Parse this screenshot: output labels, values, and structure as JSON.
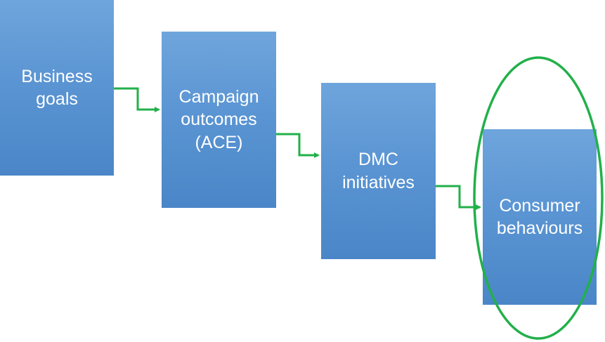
{
  "diagram": {
    "boxes": [
      {
        "id": "business-goals",
        "label": "Business\ngoals"
      },
      {
        "id": "campaign-outcomes",
        "label": "Campaign\noutcomes\n(ACE)"
      },
      {
        "id": "dmc-initiatives",
        "label": "DMC\ninitiatives"
      },
      {
        "id": "consumer-behaviours",
        "label": "Consumer\nbehaviours"
      }
    ],
    "connectors": [
      {
        "from": "business-goals",
        "to": "campaign-outcomes"
      },
      {
        "from": "campaign-outcomes",
        "to": "dmc-initiatives"
      },
      {
        "from": "dmc-initiatives",
        "to": "consumer-behaviours"
      }
    ],
    "highlight": {
      "target": "consumer-behaviours",
      "shape": "ellipse"
    },
    "colors": {
      "box_top": "#6fa5dc",
      "box_bottom": "#4a86c8",
      "box_text": "#ffffff",
      "connector": "#22b04a",
      "highlight": "#22b04a"
    }
  }
}
